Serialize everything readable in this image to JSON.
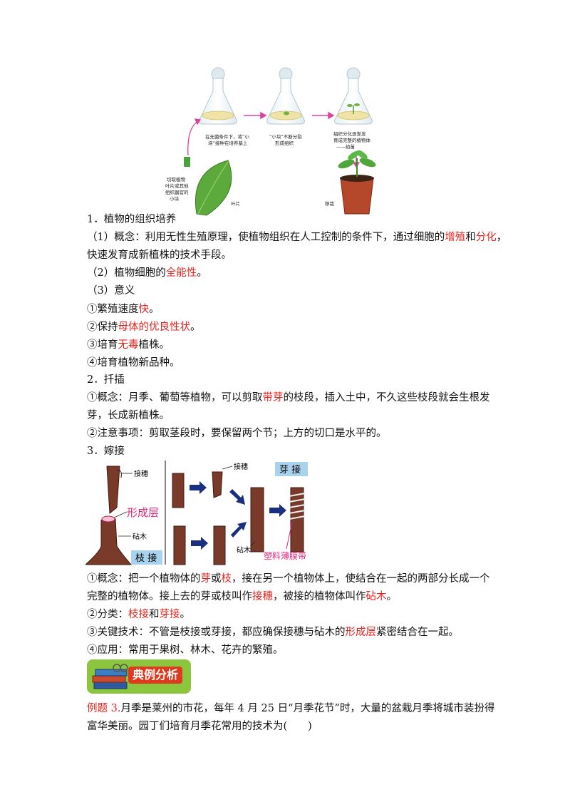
{
  "figure1": {
    "step1": "在无菌条件下，将“小块”接种在培养基上",
    "step1_a": "在无菌条件下，将“小",
    "step1_b": "块”接种在培养基上",
    "step2_a": "“小块”不断分裂",
    "step2_b": "形成组织",
    "step3_a": "组织分化逐渐发",
    "step3_b": "育成完整的植物体",
    "step3_c": "——幼苗",
    "cut_a": "切取植物",
    "cut_b": "叶片或其他",
    "cut_c": "组织器官的",
    "cut_d": "小块",
    "leaf": "叶片",
    "transplant": "移栽"
  },
  "section1": {
    "title": "1．植物的组织培养",
    "concept": [
      {
        "t": "（1）概念：利用无性生殖原理，使植物组织在人工控制的条件下，通过细胞的"
      },
      {
        "t": "增殖",
        "r": true
      },
      {
        "t": "和"
      },
      {
        "t": "分化",
        "r": true
      },
      {
        "t": "，"
      }
    ],
    "concept2": "快速发育成新植株的技术手段。",
    "basis": [
      {
        "t": "（2）植物细胞的"
      },
      {
        "t": "全能性",
        "r": true
      },
      {
        "t": "。"
      }
    ],
    "meaning": "（3）意义",
    "m1": [
      {
        "t": "①繁殖速度"
      },
      {
        "t": "快",
        "r": true
      },
      {
        "t": "。"
      }
    ],
    "m2": [
      {
        "t": "②保持"
      },
      {
        "t": "母体的优良性状",
        "r": true
      },
      {
        "t": "。"
      }
    ],
    "m3": [
      {
        "t": "③培育"
      },
      {
        "t": "无毒",
        "r": true
      },
      {
        "t": "植株。"
      }
    ],
    "m4": "④培育植物新品种。"
  },
  "section2": {
    "title": "2．扦插",
    "concept": [
      {
        "t": "①概念：月季、葡萄等植物，可以剪取"
      },
      {
        "t": "带芽",
        "r": true
      },
      {
        "t": "的枝段，插入土中，不久这些枝段就会生根发"
      }
    ],
    "concept2": "芽，长成新植株。",
    "note": "②注意事项：剪取茎段时，要保留两个节；上方的切口是水平的。"
  },
  "section3": {
    "title": "3．嫁接",
    "figure": {
      "scion": "接穗",
      "cambium": "形成层",
      "stock": "砧木",
      "branch_graft": "枝 接",
      "scion2": "接穗",
      "bud_graft": "芽 接",
      "stock2": "砧木",
      "film": "塑料薄膜带"
    },
    "concept": [
      {
        "t": "①概念：把一个植物体的"
      },
      {
        "t": "芽",
        "r": true
      },
      {
        "t": "或"
      },
      {
        "t": "枝",
        "r": true
      },
      {
        "t": "，接在另一个植物体上，使结合在一起的两部分长成一个"
      }
    ],
    "concept2": [
      {
        "t": "完整的植物体。接上去的芽或枝叫作"
      },
      {
        "t": "接穗",
        "r": true
      },
      {
        "t": "，被接的植物体叫作"
      },
      {
        "t": "砧木",
        "r": true
      },
      {
        "t": "。"
      }
    ],
    "types": [
      {
        "t": "②分类："
      },
      {
        "t": "枝接",
        "r": true
      },
      {
        "t": "和"
      },
      {
        "t": "芽接",
        "r": true
      },
      {
        "t": "。"
      }
    ],
    "key": [
      {
        "t": "③关键技术：不管是枝接或芽接，都应确保接穗与砧木的"
      },
      {
        "t": "形成层",
        "r": true
      },
      {
        "t": "紧密结合在一起。"
      }
    ],
    "use": "④应用：常用于果树、林木、花卉的繁殖。"
  },
  "banner": {
    "label": "典例分析"
  },
  "example": {
    "line1": [
      {
        "t": "例题 3.",
        "r": true
      },
      {
        "t": "月季是莱州的市花，每年 4 月 25 日“月季花节”时，大量的盆栽月季将城市装扮得"
      }
    ],
    "line2": "富华美丽。园丁们培育月季花常用的技术为(　　)"
  },
  "colors": {
    "accent_red": "#e8231f",
    "banner_green": "#8cc63f",
    "banner_red": "#e03a1e"
  }
}
